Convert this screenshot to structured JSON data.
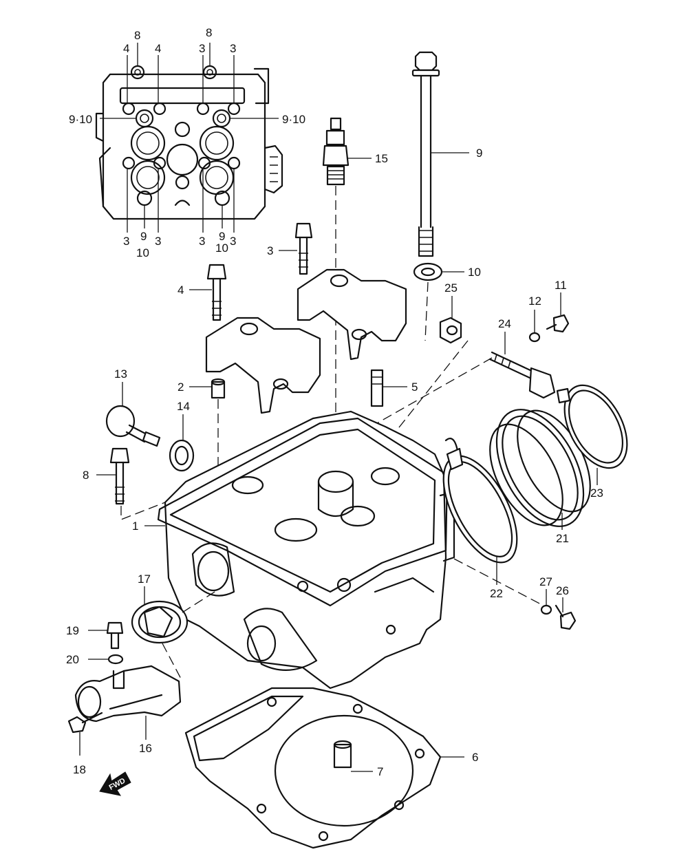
{
  "labels": {
    "p1": "1",
    "p2": "2",
    "p3": "3",
    "p4": "4",
    "p5": "5",
    "p6": "6",
    "p7": "7",
    "p8": "8",
    "p9": "9",
    "p10": "10",
    "p11": "11",
    "p12": "12",
    "p13": "13",
    "p14": "14",
    "p15": "15",
    "p16": "16",
    "p17": "17",
    "p18": "18",
    "p19": "19",
    "p20": "20",
    "p21": "21",
    "p22": "22",
    "p23": "23",
    "p24": "24",
    "p25": "25",
    "p26": "26",
    "p27": "27",
    "inset_8": "8",
    "inset_4": "4",
    "inset_3": "3",
    "inset_9": "9",
    "inset_10": "10",
    "inset_9_10": "9·10"
  },
  "fwd_arrow": "FWD"
}
